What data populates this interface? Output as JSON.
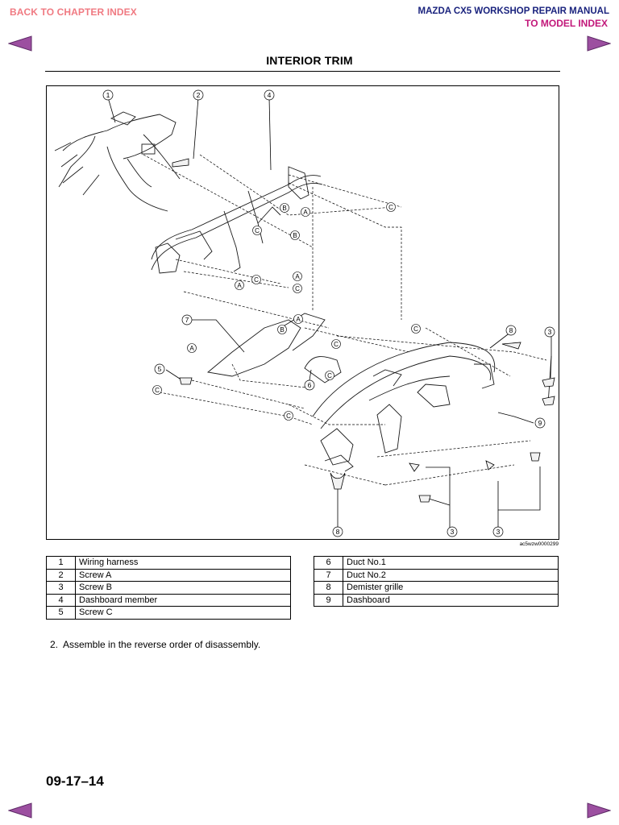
{
  "header": {
    "back_link": "BACK TO CHAPTER INDEX",
    "manual_title": "MAZDA CX5 WORKSHOP REPAIR MANUAL",
    "model_link": "TO MODEL INDEX"
  },
  "icons": {
    "prev_arrow": "triangle-left-icon",
    "next_arrow": "triangle-right-icon",
    "arrow_color": "#9c4fa0"
  },
  "section_title": "INTERIOR TRIM",
  "figure": {
    "code": "ac5wzw0000299",
    "callouts": [
      "1",
      "2",
      "4",
      "3",
      "8",
      "5",
      "6",
      "7",
      "9"
    ],
    "reference_marks": [
      "A",
      "B",
      "C"
    ]
  },
  "parts_left": [
    {
      "num": "1",
      "name": "Wiring harness"
    },
    {
      "num": "2",
      "name": "Screw A"
    },
    {
      "num": "3",
      "name": "Screw B"
    },
    {
      "num": "4",
      "name": "Dashboard member"
    },
    {
      "num": "5",
      "name": "Screw C"
    }
  ],
  "parts_right": [
    {
      "num": "6",
      "name": "Duct No.1"
    },
    {
      "num": "7",
      "name": "Duct No.2"
    },
    {
      "num": "8",
      "name": "Demister grille"
    },
    {
      "num": "9",
      "name": "Dashboard"
    }
  ],
  "step": {
    "number": "2.",
    "text": "Assemble in the reverse order of disassembly."
  },
  "page_number": "09-17–14"
}
